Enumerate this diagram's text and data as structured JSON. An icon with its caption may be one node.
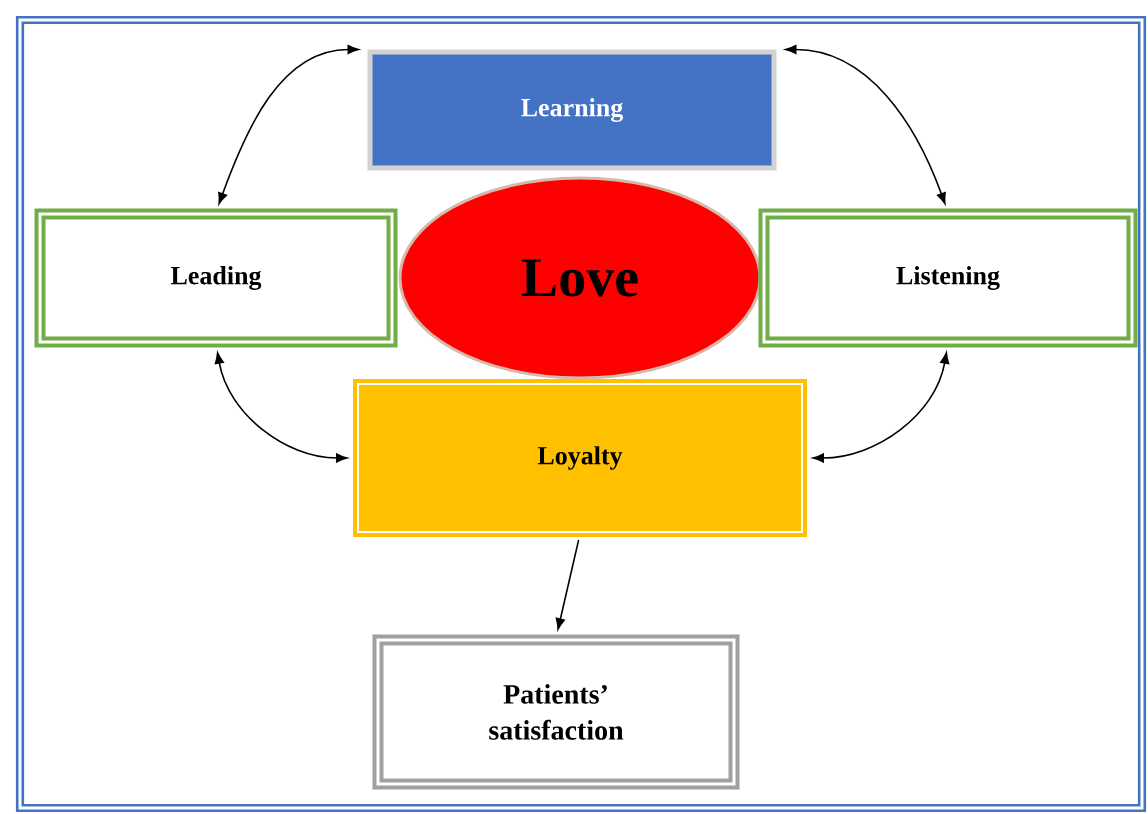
{
  "diagram": {
    "nodes": [
      {
        "text": [
          "Learning"
        ]
      },
      {
        "text": [
          "Leading"
        ]
      },
      {
        "text": [
          "Love"
        ]
      },
      {
        "text": [
          "Listening"
        ]
      },
      {
        "text": [
          "Loyalty"
        ]
      },
      {
        "text": [
          "Patients’ satisfaction"
        ]
      }
    ],
    "edges": [
      {
        "from": 0,
        "to": 1,
        "arrow": "both"
      },
      {
        "from": 0,
        "to": 3,
        "arrow": "both"
      },
      {
        "from": 1,
        "to": 4,
        "arrow": "both"
      },
      {
        "from": 3,
        "to": 4,
        "arrow": "both"
      },
      {
        "from": 4,
        "to": 5,
        "arrow": "to"
      }
    ]
  }
}
